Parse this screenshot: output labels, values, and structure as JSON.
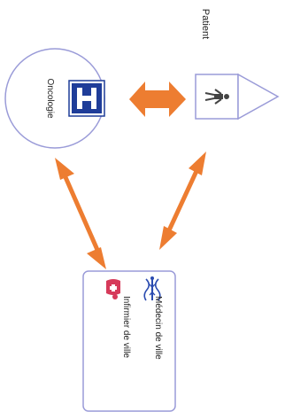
{
  "nodes": {
    "hospital": {
      "label": "Oncologie",
      "icon": "hospital-h-icon"
    },
    "patient": {
      "label": "Patient",
      "icon": "patient-figure-icon"
    },
    "care_team": {
      "members": [
        {
          "label": "Médecin de ville",
          "icon": "caduceus-icon"
        },
        {
          "label": "Infirmier de ville",
          "icon": "nurse-cross-icon"
        }
      ]
    }
  },
  "connections": [
    {
      "from": "hospital",
      "to": "patient",
      "style": "bidirectional"
    },
    {
      "from": "hospital",
      "to": "care_team",
      "style": "bidirectional"
    },
    {
      "from": "patient",
      "to": "care_team",
      "style": "bidirectional"
    }
  ],
  "colors": {
    "arrow": "#ED7D31",
    "outline": "#9A9BD8",
    "hospital_icon": "#1F3D99",
    "medecin_icon": "#2A4BB0",
    "infirmier_icon": "#D63A5A"
  }
}
